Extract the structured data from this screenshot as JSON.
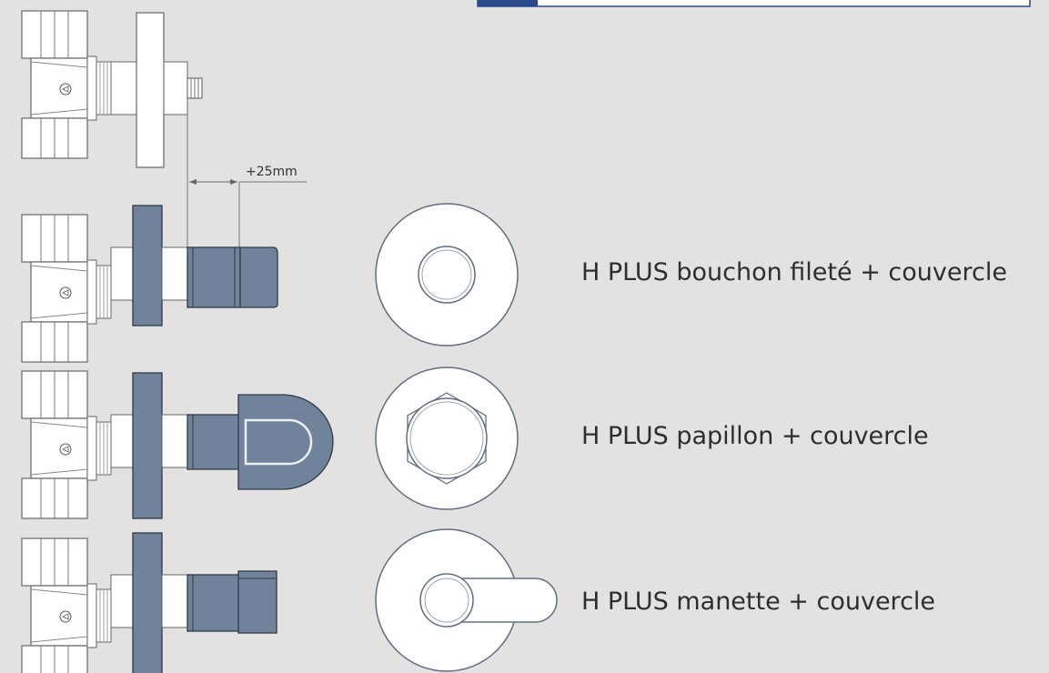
{
  "dimension": {
    "label": "+25mm"
  },
  "variants": [
    {
      "label": "H PLUS bouchon fileté + couvercle"
    },
    {
      "label": "H PLUS papillon + couvercle"
    },
    {
      "label": "H PLUS manette + couvercle"
    }
  ],
  "colors": {
    "background": "#e3e2e0",
    "component_fill": "#6f849a",
    "component_stroke": "#2e3b47",
    "line": "#7a7a7a",
    "banner_accent": "#2b4a8b"
  }
}
